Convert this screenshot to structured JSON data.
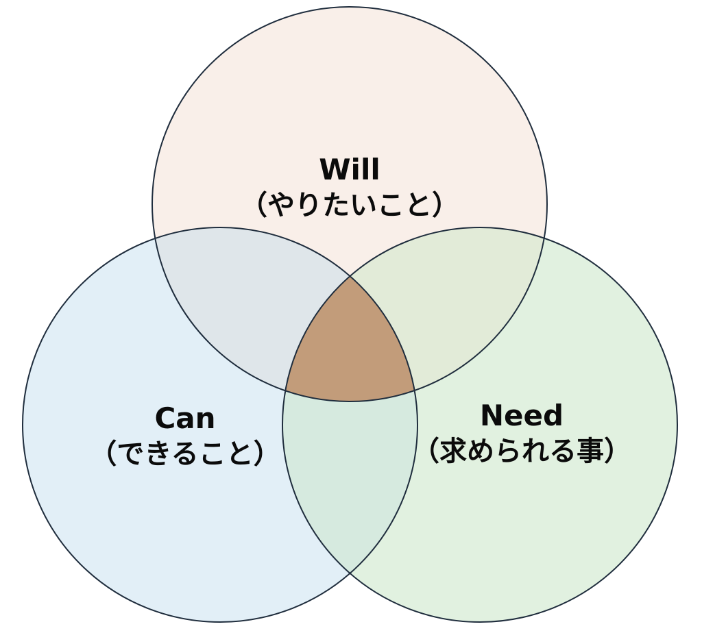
{
  "diagram": {
    "circles": [
      {
        "id": "will",
        "title": "Will",
        "subtitle": "（やりたいこと）",
        "fill": "#f9efe9",
        "stroke": "#1f2d3d"
      },
      {
        "id": "can",
        "title": "Can",
        "subtitle": "（できること）",
        "fill": "#e2eff7",
        "stroke": "#1f2d3d"
      },
      {
        "id": "need",
        "title": "Need",
        "subtitle": "（求められる事）",
        "fill": "#e1f1e0",
        "stroke": "#1f2d3d"
      }
    ],
    "overlap_colors": {
      "will_can": "#dfe6ea",
      "will_need": "#e2ebd8",
      "can_need": "#d6eadf",
      "center": "#c29c7a"
    }
  }
}
